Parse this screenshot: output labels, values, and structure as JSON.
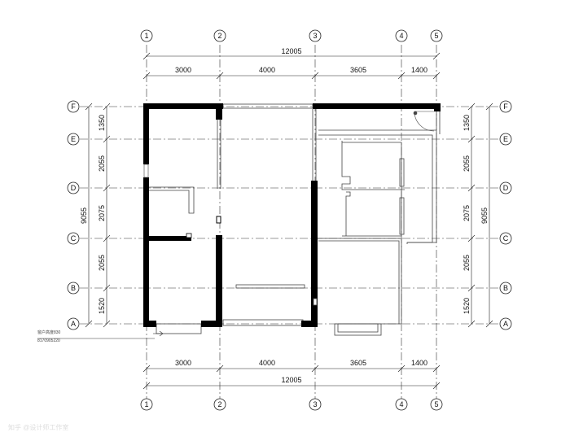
{
  "grid_columns": [
    "1",
    "2",
    "3",
    "4",
    "5"
  ],
  "grid_rows": [
    "F",
    "E",
    "D",
    "C",
    "B",
    "A"
  ],
  "dims_horizontal": {
    "total": "12005",
    "segments": [
      "3000",
      "4000",
      "3605",
      "1400"
    ]
  },
  "dims_vertical": {
    "total": "9055",
    "segments": [
      "1350",
      "2055",
      "2075",
      "2055",
      "1520"
    ]
  },
  "notes": {
    "window_sill_line1": "窗户高度830",
    "window_sill_line2": "8170905220"
  },
  "watermark": "知乎 @设计师工作室"
}
